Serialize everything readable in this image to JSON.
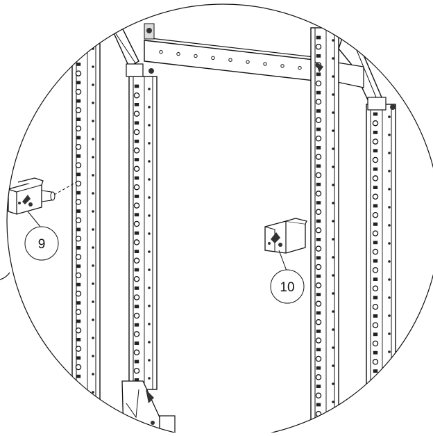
{
  "diagram": {
    "callouts": [
      {
        "id": "part-9",
        "label": "9"
      },
      {
        "id": "part-10",
        "label": "10"
      }
    ],
    "colors": {
      "line": "#111111",
      "fill": "#ffffff",
      "shade": "#cfcfcf",
      "dark": "#333333"
    }
  }
}
